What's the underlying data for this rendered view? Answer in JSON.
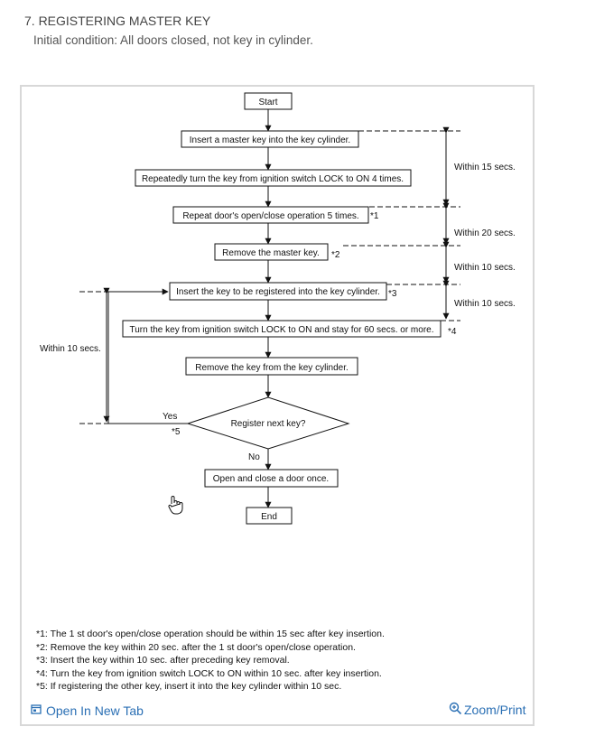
{
  "header": {
    "title": "7. REGISTERING MASTER KEY",
    "subtitle": "Initial condition: All doors closed, not key in cylinder."
  },
  "flowchart": {
    "start": "Start",
    "step1": "Insert a master key into the key cylinder.",
    "step2": "Repeatedly turn the key from ignition switch LOCK to ON 4 times.",
    "step3": "Repeat door's open/close operation 5 times.",
    "step4": "Remove the master key.",
    "step5": "Insert the key to be registered into the key cylinder.",
    "step6": "Turn the key from ignition switch LOCK to ON and stay for 60 secs. or more.",
    "step7": "Remove the key from the key cylinder.",
    "decision": "Register next key?",
    "step8": "Open and close a door once.",
    "end": "End",
    "yes": "Yes",
    "no": "No",
    "ref1": "*1",
    "ref2": "*2",
    "ref3": "*3",
    "ref4": "*4",
    "ref5": "*5",
    "timing1": "Within 15 secs.",
    "timing2": "Within 20 secs.",
    "timing3": "Within 10 secs.",
    "timing4": "Within 10 secs.",
    "timing_left": "Within 10 secs."
  },
  "notes": [
    "*1: The 1 st door's open/close operation should be within 15 sec after key insertion.",
    "*2: Remove the key within 20 sec. after the 1 st door's open/close operation.",
    "*3: Insert the key within 10 sec. after preceding key removal.",
    "*4: Turn the key from ignition switch LOCK to ON within 10 sec. after key insertion.",
    "*5: If registering the other key, insert it into the key cylinder within 10 sec."
  ],
  "footer": {
    "open_tab": "Open In New Tab",
    "zoom": "Zoom/Print"
  },
  "colors": {
    "link": "#2a6fb4",
    "frame_border": "#d8d8d8"
  },
  "icons": {
    "open_tab": "external-window-icon",
    "zoom": "magnifier-plus-icon",
    "cursor": "hand-pointer-icon"
  }
}
